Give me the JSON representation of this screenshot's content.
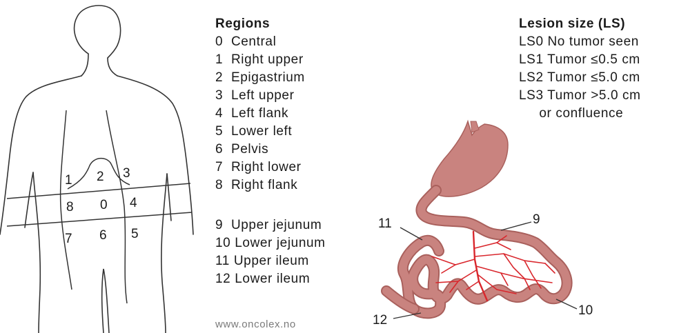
{
  "regions": {
    "title": "Regions",
    "items": [
      {
        "num": "0",
        "label": "Central"
      },
      {
        "num": "1",
        "label": "Right upper"
      },
      {
        "num": "2",
        "label": "Epigastrium"
      },
      {
        "num": "3",
        "label": "Left upper"
      },
      {
        "num": "4",
        "label": "Left flank"
      },
      {
        "num": "5",
        "label": "Lower left"
      },
      {
        "num": "6",
        "label": "Pelvis"
      },
      {
        "num": "7",
        "label": "Right lower"
      },
      {
        "num": "8",
        "label": "Right flank"
      }
    ]
  },
  "bowel": {
    "items": [
      {
        "num": "9",
        "label": "Upper jejunum"
      },
      {
        "num": "10",
        "label": "Lower jejunum"
      },
      {
        "num": "11",
        "label": "Upper ileum"
      },
      {
        "num": "12",
        "label": "Lower ileum"
      }
    ]
  },
  "lesion": {
    "title": "Lesion size (LS)",
    "items": [
      "LS0 No tumor seen",
      "LS1 Tumor ≤0.5 cm",
      "LS2 Tumor ≤5.0 cm",
      "LS3 Tumor >5.0 cm",
      "     or confluence"
    ]
  },
  "body_labels": [
    "1",
    "2",
    "3",
    "8",
    "0",
    "4",
    "7",
    "6",
    "5"
  ],
  "intestine_labels": [
    "9",
    "10",
    "11",
    "12"
  ],
  "credit": "www.oncolex.no",
  "colors": {
    "bowel": "#c9837f",
    "bowel_edge": "#a9605c",
    "vessel": "#d9262c",
    "line": "#333333"
  }
}
